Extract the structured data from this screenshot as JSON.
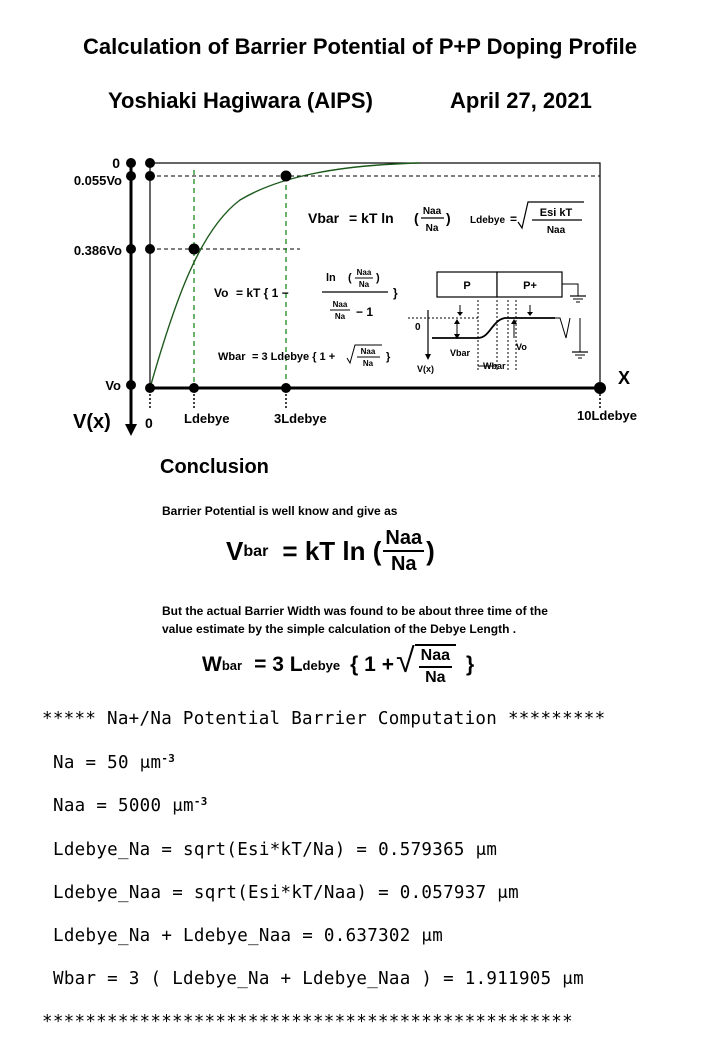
{
  "header": {
    "title": "Calculation of Barrier Potential of P+P Doping Profile",
    "author": "Yoshiaki Hagiwara (AIPS)",
    "date": "April 27, 2021"
  },
  "figure": {
    "y_labels": {
      "zero": "0",
      "v055": "0.055Vo",
      "v386": "0.386Vo",
      "vo": "Vo",
      "axis": "V(x)"
    },
    "x_labels": {
      "zero": "0",
      "ld": "Ldebye",
      "ld3": "3Ldebye",
      "ld10": "10Ldebye",
      "axis": "X"
    },
    "eq_vbar": {
      "lhs": "Vbar",
      "rhs": "= kT  ln",
      "num": "Naa",
      "den": "Na"
    },
    "eq_ld": {
      "lhs": "Ldebye",
      "num": "Esi kT",
      "den": "Naa"
    },
    "eq_vo": {
      "lhs": "Vo",
      "rhs": "= kT {  1 −",
      "ln": "ln",
      "n1": "Naa",
      "d1": "Na",
      "n2": "Naa",
      "d2": "Na",
      "minus1": "− 1",
      "close": "}"
    },
    "eq_wbar": {
      "lhs": "Wbar",
      "mid": "= 3 Ldebye {  1 +",
      "num": "Naa",
      "den": "Na",
      "close": "}"
    },
    "inset": {
      "p": "P",
      "pplus": "P+",
      "zero": "0",
      "vbar": "Vbar",
      "vo": "Vo",
      "vx": "V(x)",
      "wbar": "Wbar"
    }
  },
  "conclusion": {
    "heading": "Conclusion",
    "line1": "Barrier Potential is well know and give as",
    "eq1": {
      "lhs": "V",
      "lhs_sub": "bar",
      "rhs": "= kT  ln (",
      "num": "Naa",
      "den": "Na",
      "close": ")"
    },
    "line2": "But the actual Barrier Width was found to be about three time of the",
    "line3": "value estimate by the simple calculation of the Debye Length .",
    "eq2": {
      "lhs": "W",
      "lhs_sub": "bar",
      "mid": "= 3  L",
      "mid_sub": "debye",
      "open": "{  1 +",
      "num": "Naa",
      "den": "Na",
      "close": "}"
    }
  },
  "computation": {
    "header": "***** Na+/Na Potential Barrier Computation *********",
    "na": "Na = 50 μm",
    "naa": "Naa = 5000 μm",
    "exp": "-3",
    "ld_na": "Ldebye_Na = sqrt(Esi*kT/Na) = 0.579365 μm",
    "ld_naa": "Ldebye_Naa = sqrt(Esi*kT/Naa) = 0.057937 μm",
    "sum": "Ldebye_Na + Ldebye_Naa = 0.637302 μm",
    "wbar": "Wbar = 3 ( Ldebye_Na + Ldebye_Naa ) = 1.911905 μm",
    "footer": "*************************************************"
  }
}
